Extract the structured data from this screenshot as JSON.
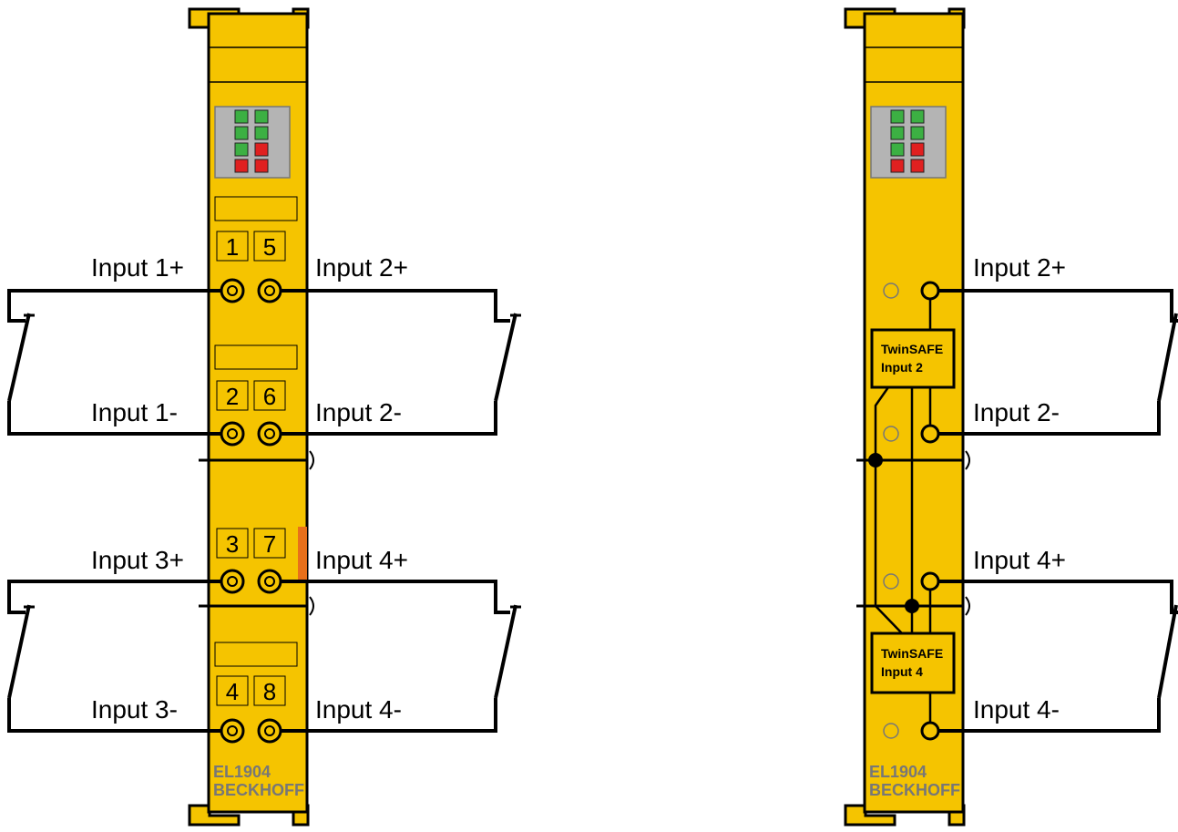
{
  "left_terminal": {
    "model": "EL1904",
    "brand": "BECKHOFF",
    "terminals": [
      "1",
      "5",
      "2",
      "6",
      "3",
      "7",
      "4",
      "8"
    ],
    "labels": {
      "in1p": "Input 1+",
      "in1m": "Input 1-",
      "in2p": "Input 2+",
      "in2m": "Input 2-",
      "in3p": "Input 3+",
      "in3m": "Input 3-",
      "in4p": "Input 4+",
      "in4m": "Input 4-"
    }
  },
  "right_terminal": {
    "model": "EL1904",
    "brand": "BECKHOFF",
    "labels": {
      "in2p": "Input 2+",
      "in2m": "Input 2-",
      "in4p": "Input 4+",
      "in4m": "Input 4-"
    },
    "box2": {
      "line1": "TwinSAFE",
      "line2": "Input 2"
    },
    "box4": {
      "line1": "TwinSAFE",
      "line2": "Input 4"
    }
  },
  "colors": {
    "housing": "#f5c400",
    "outline": "#000000",
    "led_green": "#3cb043",
    "led_red": "#e02020",
    "led_panel": "#b4b4b4",
    "brand_text": "#777777",
    "marker": "#e8701a"
  },
  "leds": [
    "green",
    "green",
    "green",
    "green",
    "green",
    "red",
    "red",
    "red"
  ]
}
